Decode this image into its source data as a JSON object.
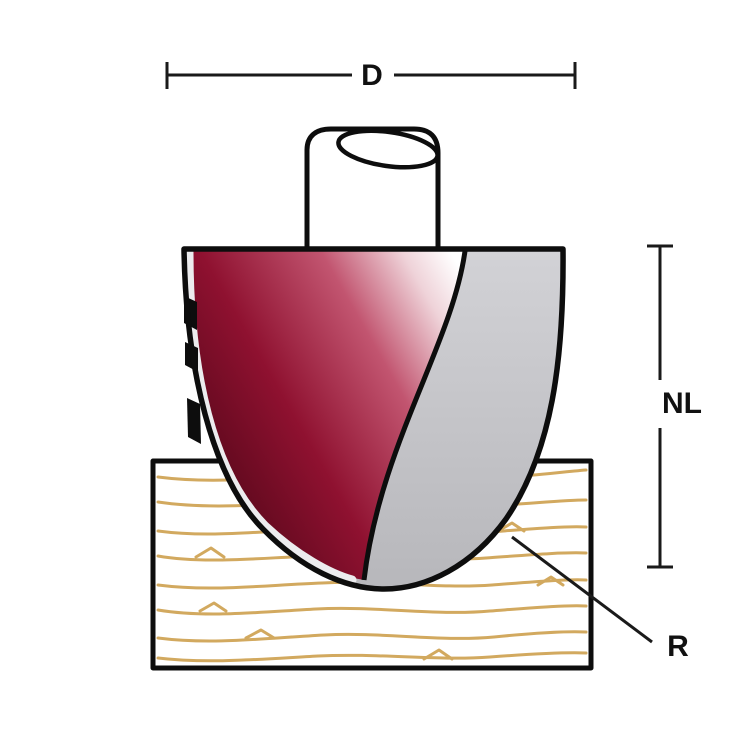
{
  "labels": {
    "diameter": "D",
    "net_length": "NL",
    "radius": "R"
  },
  "colors": {
    "background": "#ffffff",
    "outline": "#0d0d0d",
    "dimension_line": "#1a1a1a",
    "wood_fill": "#f3d99f",
    "wood_grain": "#d2a95f",
    "cutter_dark_red": "#54071a",
    "cutter_mid_red": "#8f1130",
    "cutter_light_red": "#d98ca0",
    "bit_body_gray": "#c2c2c6",
    "shank_light": "#f4f4f6",
    "shank_gray": "#bfbfc3",
    "edge_strip": "#ececee"
  }
}
